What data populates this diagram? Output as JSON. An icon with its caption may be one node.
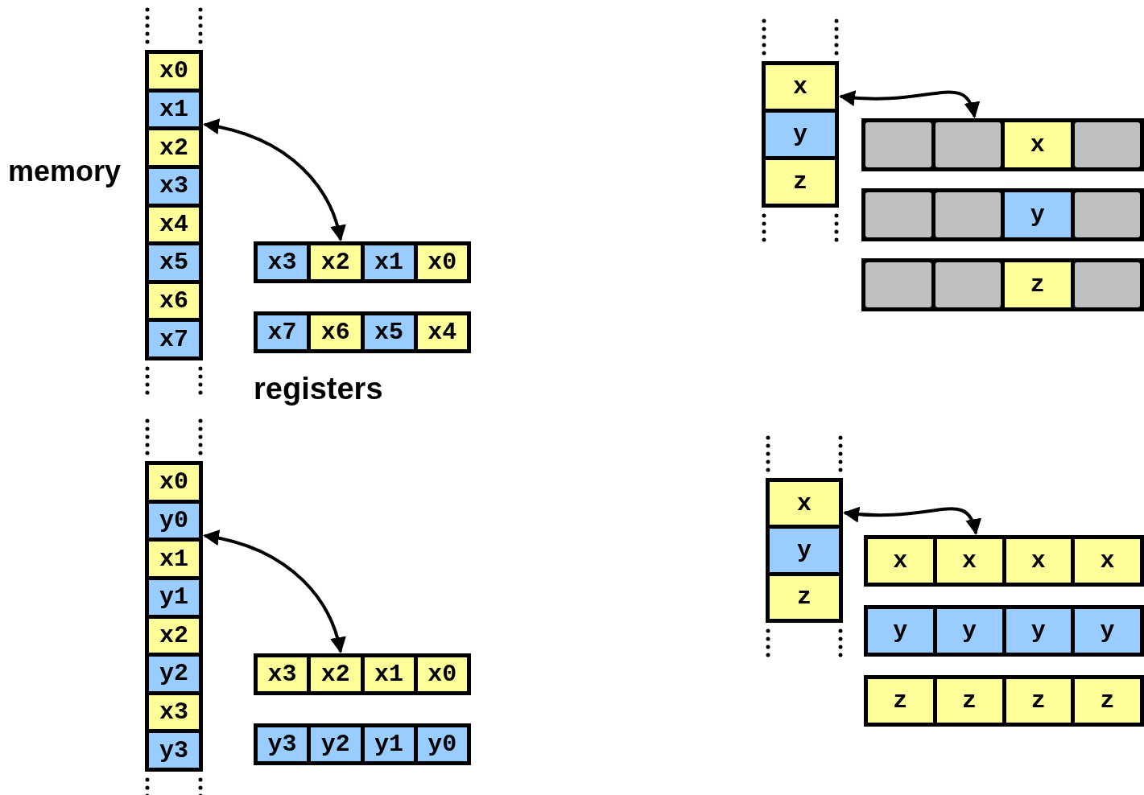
{
  "diagram": {
    "nodes": [
      {
        "text": [
          "memory"
        ]
      },
      {
        "text": [
          "x0"
        ],
        "in": 0
      },
      {
        "text": [
          "x1"
        ],
        "in": 0
      },
      {
        "text": [
          "x2"
        ],
        "in": 0
      },
      {
        "text": [
          "x3"
        ],
        "in": 0
      },
      {
        "text": [
          "x4"
        ],
        "in": 0
      },
      {
        "text": [
          "x5"
        ],
        "in": 0
      },
      {
        "text": [
          "x6"
        ],
        "in": 0
      },
      {
        "text": [
          "x7"
        ],
        "in": 0
      },
      {
        "text": [],
        "shape": "bar"
      },
      {
        "text": [
          "x3"
        ],
        "in": 9
      },
      {
        "text": [
          "x2"
        ],
        "in": 9
      },
      {
        "text": [
          "x1"
        ],
        "in": 9
      },
      {
        "text": [
          "x0"
        ],
        "in": 9
      },
      {
        "text": [],
        "shape": "bar"
      },
      {
        "text": [
          "x7"
        ],
        "in": 14
      },
      {
        "text": [
          "x6"
        ],
        "in": 14
      },
      {
        "text": [
          "x5"
        ],
        "in": 14
      },
      {
        "text": [
          "x4"
        ],
        "in": 14
      },
      {
        "text": [],
        "shape": "bar"
      },
      {
        "text": [
          "x"
        ],
        "in": 19
      },
      {
        "text": [
          "y"
        ],
        "in": 19
      },
      {
        "text": [
          "z"
        ],
        "in": 19
      },
      {
        "text": [],
        "shape": "bar"
      },
      {
        "text": [],
        "shape": "box",
        "in": 23
      },
      {
        "text": [],
        "shape": "box",
        "in": 23
      },
      {
        "text": [
          "x"
        ],
        "in": 23
      },
      {
        "text": [],
        "shape": "box",
        "in": 23
      },
      {
        "text": [],
        "shape": "bar"
      },
      {
        "text": [],
        "shape": "box",
        "in": 28
      },
      {
        "text": [],
        "shape": "box",
        "in": 28
      },
      {
        "text": [
          "y"
        ],
        "in": 28
      },
      {
        "text": [],
        "shape": "box",
        "in": 28
      },
      {
        "text": [],
        "shape": "bar"
      },
      {
        "text": [],
        "shape": "box",
        "in": 33
      },
      {
        "text": [],
        "shape": "box",
        "in": 33
      },
      {
        "text": [
          "z"
        ],
        "in": 33
      },
      {
        "text": [],
        "shape": "box",
        "in": 33
      },
      {
        "text": [],
        "shape": "bar"
      },
      {
        "text": [
          "x0"
        ],
        "in": 38
      },
      {
        "text": [
          "y0"
        ],
        "in": 38
      },
      {
        "text": [
          "x1"
        ],
        "in": 38
      },
      {
        "text": [
          "y1"
        ],
        "in": 38
      },
      {
        "text": [
          "x2"
        ],
        "in": 38
      },
      {
        "text": [
          "y2"
        ],
        "in": 38
      },
      {
        "text": [
          "x3"
        ],
        "in": 38
      },
      {
        "text": [
          "y3"
        ],
        "in": 38
      },
      {
        "text": [],
        "shape": "bar"
      },
      {
        "text": [
          "x3"
        ],
        "in": 47
      },
      {
        "text": [
          "x2"
        ],
        "in": 47
      },
      {
        "text": [
          "x1"
        ],
        "in": 47
      },
      {
        "text": [
          "x0"
        ],
        "in": 47
      },
      {
        "text": [],
        "shape": "bar"
      },
      {
        "text": [
          "y3"
        ],
        "in": 52
      },
      {
        "text": [
          "y2"
        ],
        "in": 52
      },
      {
        "text": [
          "y1"
        ],
        "in": 52
      },
      {
        "text": [
          "y0"
        ],
        "in": 52
      },
      {
        "text": [],
        "shape": "bar"
      },
      {
        "text": [
          "x"
        ],
        "in": 57
      },
      {
        "text": [
          "y"
        ],
        "in": 57
      },
      {
        "text": [
          "z"
        ],
        "in": 57
      },
      {
        "text": [],
        "shape": "bar"
      },
      {
        "text": [
          "x"
        ],
        "in": 61
      },
      {
        "text": [
          "x"
        ],
        "in": 61
      },
      {
        "text": [
          "x"
        ],
        "in": 61
      },
      {
        "text": [
          "x"
        ],
        "in": 61
      },
      {
        "text": [],
        "shape": "bar"
      },
      {
        "text": [
          "y"
        ],
        "in": 66
      },
      {
        "text": [
          "y"
        ],
        "in": 66
      },
      {
        "text": [
          "y"
        ],
        "in": 66
      },
      {
        "text": [
          "y"
        ],
        "in": 66
      },
      {
        "text": [],
        "shape": "bar"
      },
      {
        "text": [
          "z"
        ],
        "in": 71
      },
      {
        "text": [
          "z"
        ],
        "in": 71
      },
      {
        "text": [
          "z"
        ],
        "in": 71
      },
      {
        "text": [
          "z"
        ],
        "in": 71
      }
    ],
    "edges": [
      {
        "from": 0,
        "to": 9,
        "arrow": "both"
      },
      {
        "from": 19,
        "to": 23,
        "arrow": "both"
      },
      {
        "from": 38,
        "to": 47,
        "arrow": "both"
      },
      {
        "from": 57,
        "to": 61,
        "arrow": "both"
      }
    ],
    "labels": [
      "registers"
    ]
  }
}
